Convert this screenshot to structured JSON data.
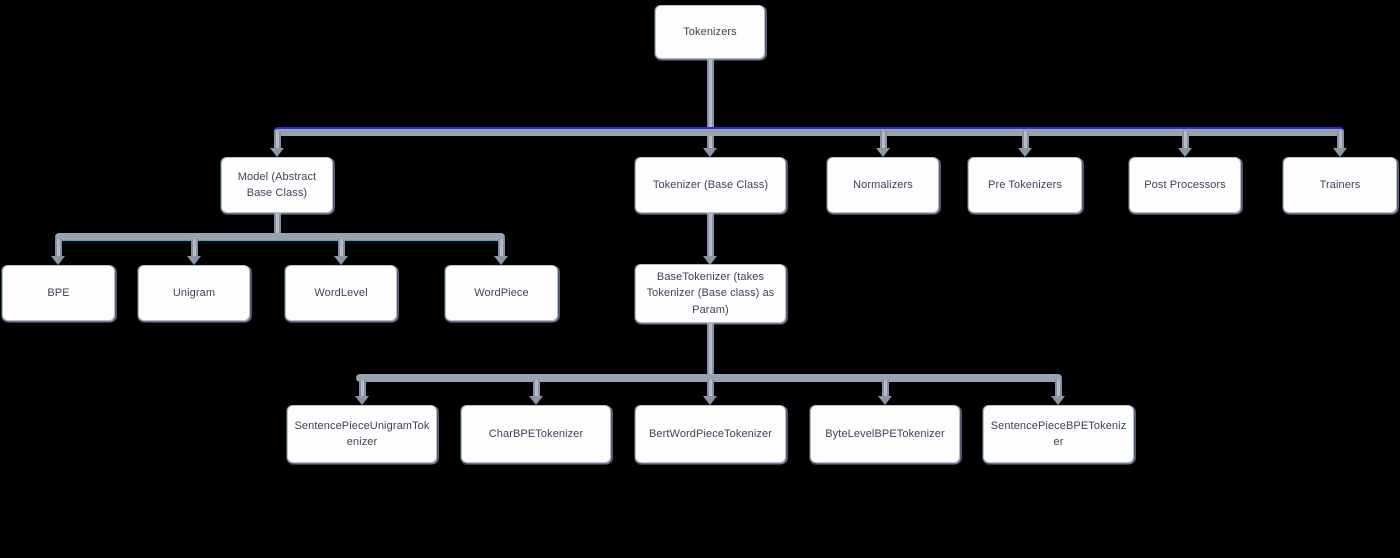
{
  "diagram": {
    "background_color": "#000000",
    "node_fill": "#fdfdfe",
    "node_border": "#b6bfca",
    "text_color": "#3b4559",
    "edge_color": "#8b96a7",
    "accent_blue_line": "#2a2fd8",
    "accent_teal_line": "#20b2c8",
    "nodes": {
      "tokenizers": {
        "label": "Tokenizers"
      },
      "model": {
        "label": "Model (Abstract Base Class)"
      },
      "tokenizer_base": {
        "label": "Tokenizer (Base Class)"
      },
      "normalizers": {
        "label": "Normalizers"
      },
      "pre_tokenizers": {
        "label": "Pre Tokenizers"
      },
      "post_processors": {
        "label": "Post Processors"
      },
      "trainers": {
        "label": "Trainers"
      },
      "bpe": {
        "label": "BPE"
      },
      "unigram": {
        "label": "Unigram"
      },
      "wordlevel": {
        "label": "WordLevel"
      },
      "wordpiece": {
        "label": "WordPiece"
      },
      "base_tokenizer": {
        "label": "BaseTokenizer (takes Tokenizer (Base class) as Param)"
      },
      "sentencepiece_unigram_tokenizer": {
        "label": "SentencePieceUnigramTokenizer"
      },
      "char_bpe_tokenizer": {
        "label": "CharBPETokenizer"
      },
      "bert_wordpiece_tokenizer": {
        "label": "BertWordPieceTokenizer"
      },
      "bytelevel_bpe_tokenizer": {
        "label": "ByteLevelBPETokenizer"
      },
      "sentencepiece_bpe_tokenizer": {
        "label": "SentencePieceBPETokenizer"
      }
    }
  }
}
